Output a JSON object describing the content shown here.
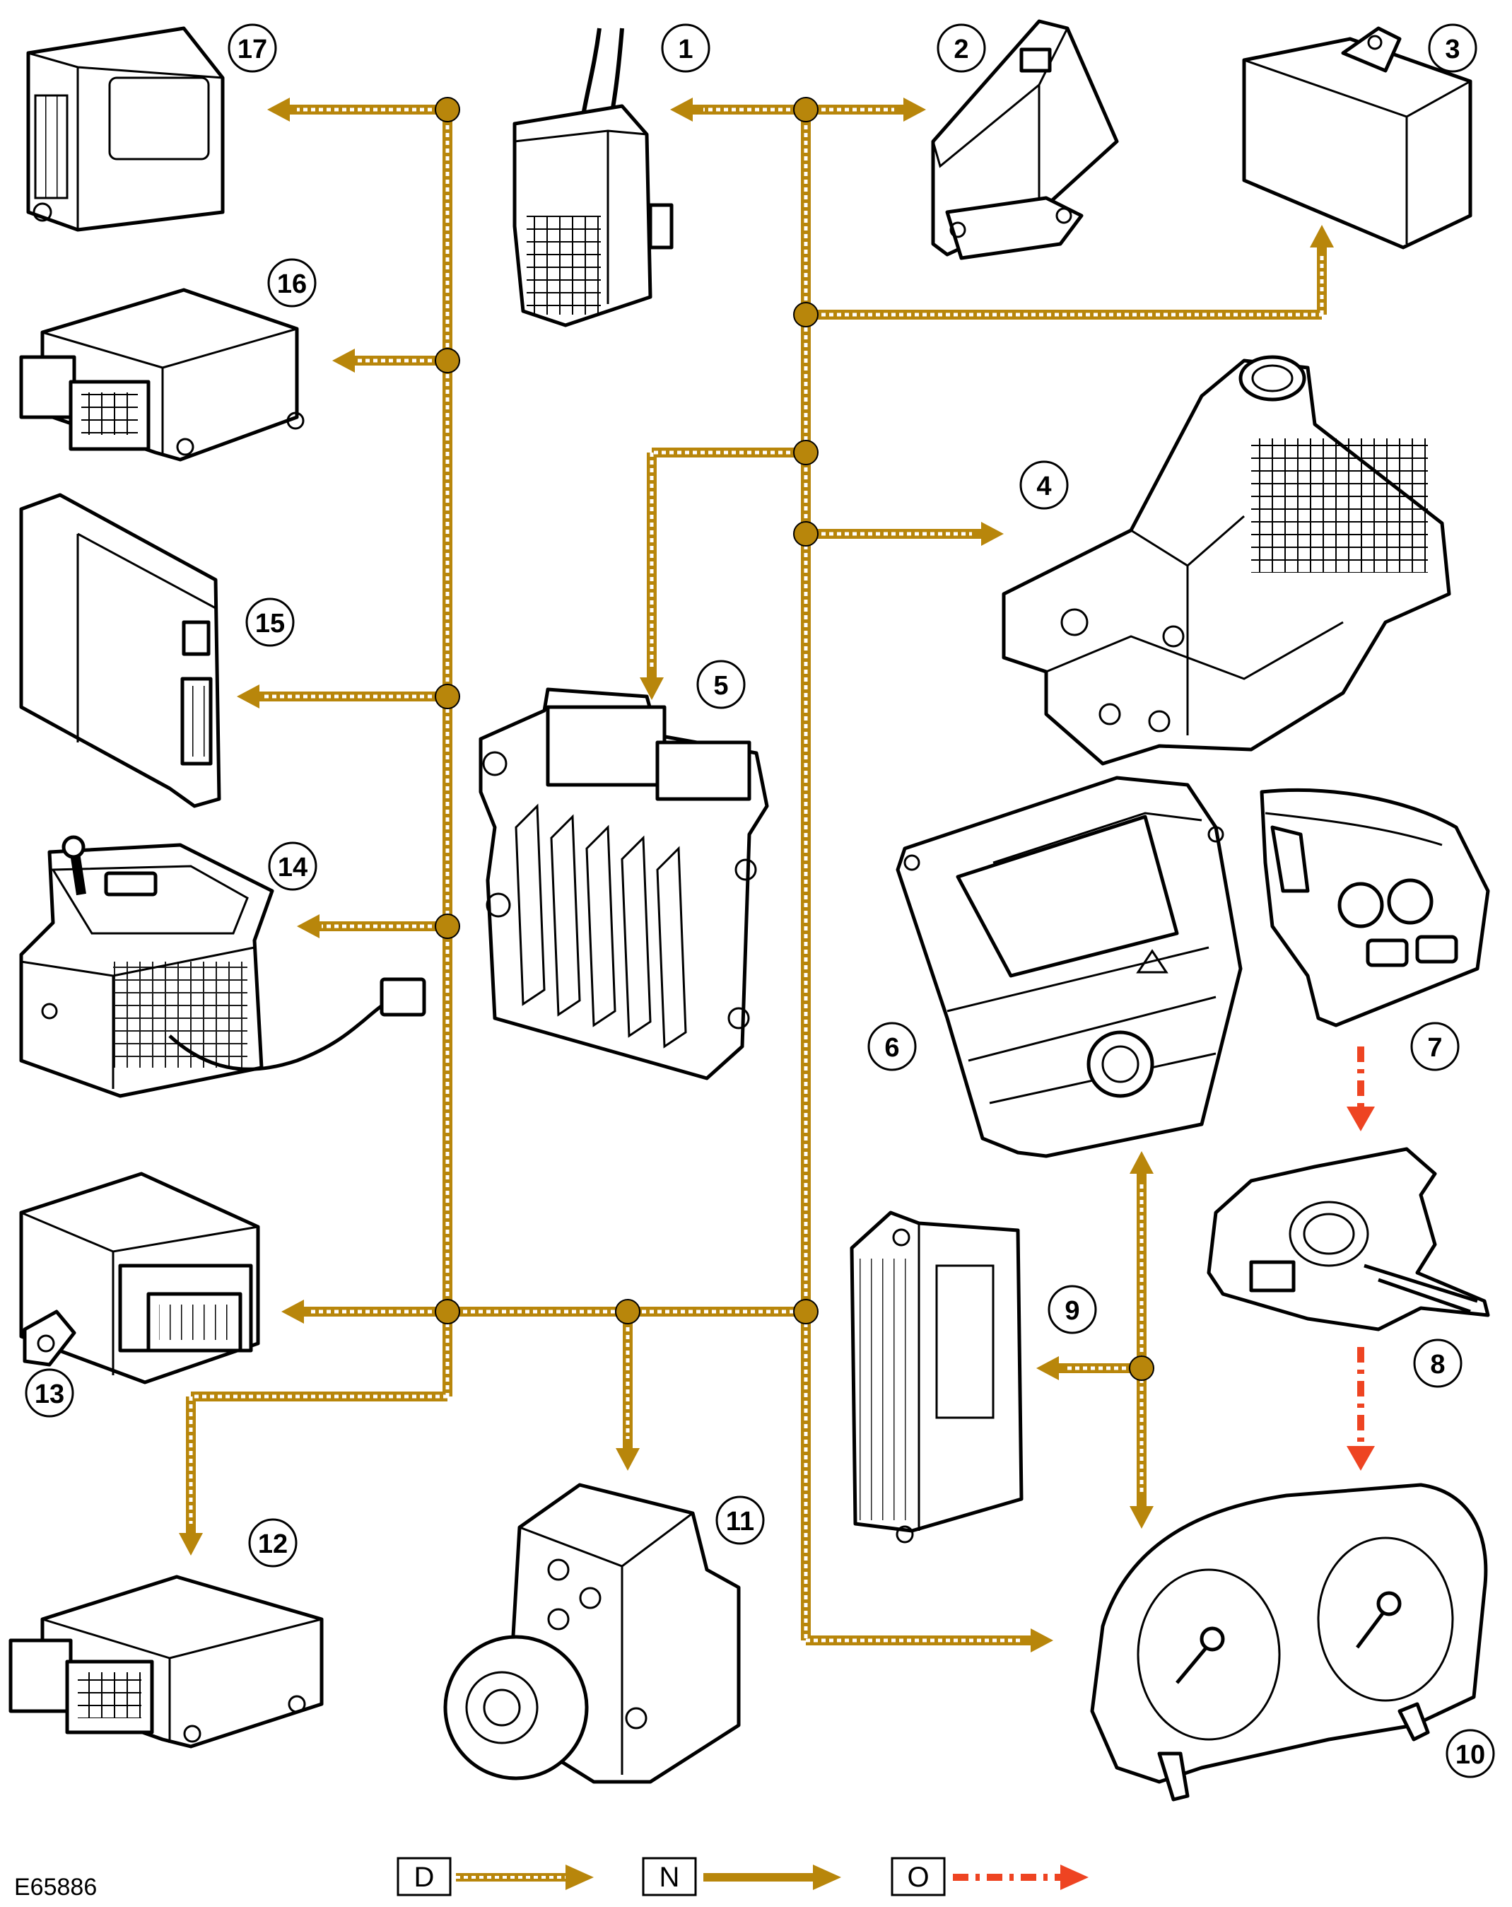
{
  "callouts": [
    "1",
    "2",
    "3",
    "4",
    "5",
    "6",
    "7",
    "8",
    "9",
    "10",
    "11",
    "12",
    "13",
    "14",
    "15",
    "16",
    "17"
  ],
  "legend": {
    "items": [
      {
        "key": "D",
        "style": "dashed"
      },
      {
        "key": "N",
        "style": "solid"
      },
      {
        "key": "O",
        "style": "dash-dot"
      }
    ]
  },
  "figure_ref": "E65886",
  "colors": {
    "network_line": "#b8860b",
    "network_dash": "#ffffff",
    "optional_line": "#ee4422",
    "outline": "#000000"
  },
  "icons": {
    "node": "junction-dot",
    "arrow": "arrowhead"
  }
}
